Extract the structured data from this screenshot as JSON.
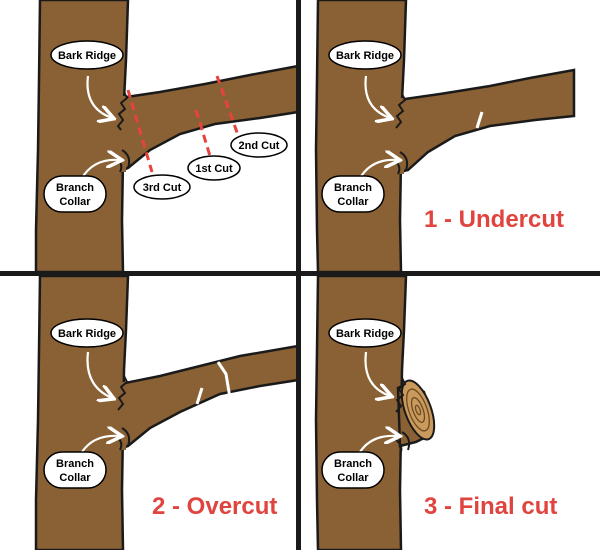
{
  "labels": {
    "bark_ridge": "Bark Ridge",
    "branch_collar_line1": "Branch",
    "branch_collar_line2": "Collar",
    "cut_first": "1st Cut",
    "cut_second": "2nd Cut",
    "cut_third": "3rd Cut"
  },
  "steps": [
    {
      "title": "1 - Undercut"
    },
    {
      "title": "2 - Overcut"
    },
    {
      "title": "3 - Final cut"
    }
  ],
  "colors": {
    "bark": "#8a6134",
    "outline": "#1a1a1a",
    "cut_line": "#e8423c",
    "title": "#e0443e",
    "stump_face": "#c99a5b",
    "ring": "#6b4a24"
  }
}
